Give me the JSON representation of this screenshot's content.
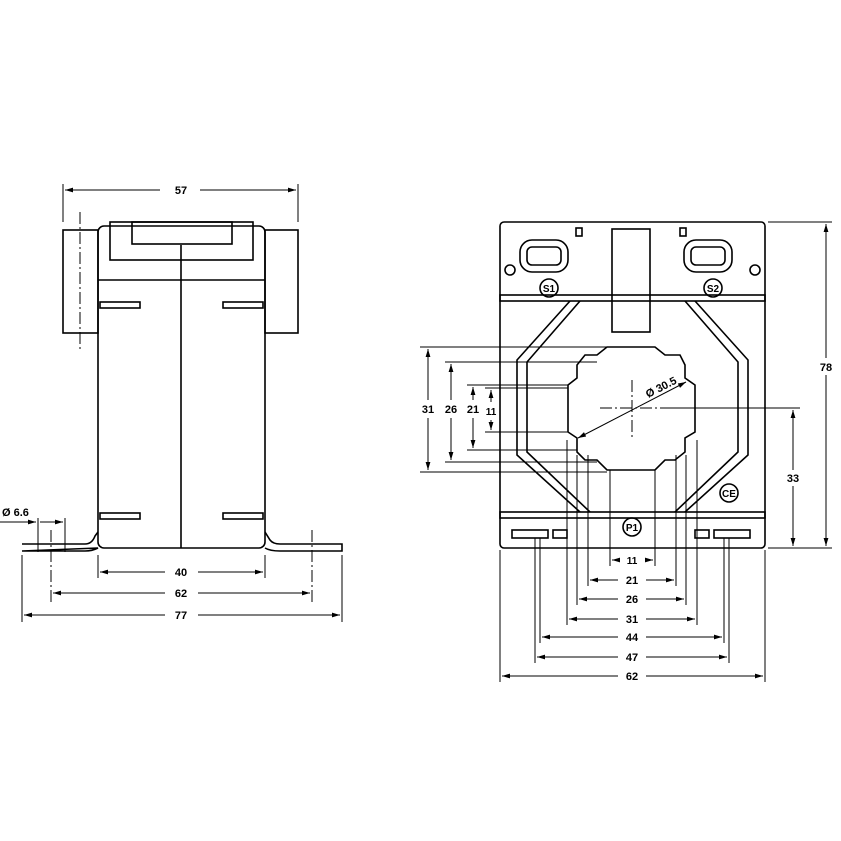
{
  "side_view": {
    "width_top": "57",
    "body_width": "40",
    "hole_spacing": "62",
    "base_length": "77",
    "hole_diameter": "Ø 6.6"
  },
  "front_view": {
    "height_total": "78",
    "center_height": "33",
    "aperture_diameter": "Ø 30.5",
    "left_dims": [
      "31",
      "26",
      "21",
      "11"
    ],
    "bottom_dims": [
      "11",
      "21",
      "26",
      "31",
      "44",
      "47",
      "62"
    ],
    "terminal_labels": [
      "S1",
      "S2",
      "P1"
    ],
    "mark": "CE"
  }
}
